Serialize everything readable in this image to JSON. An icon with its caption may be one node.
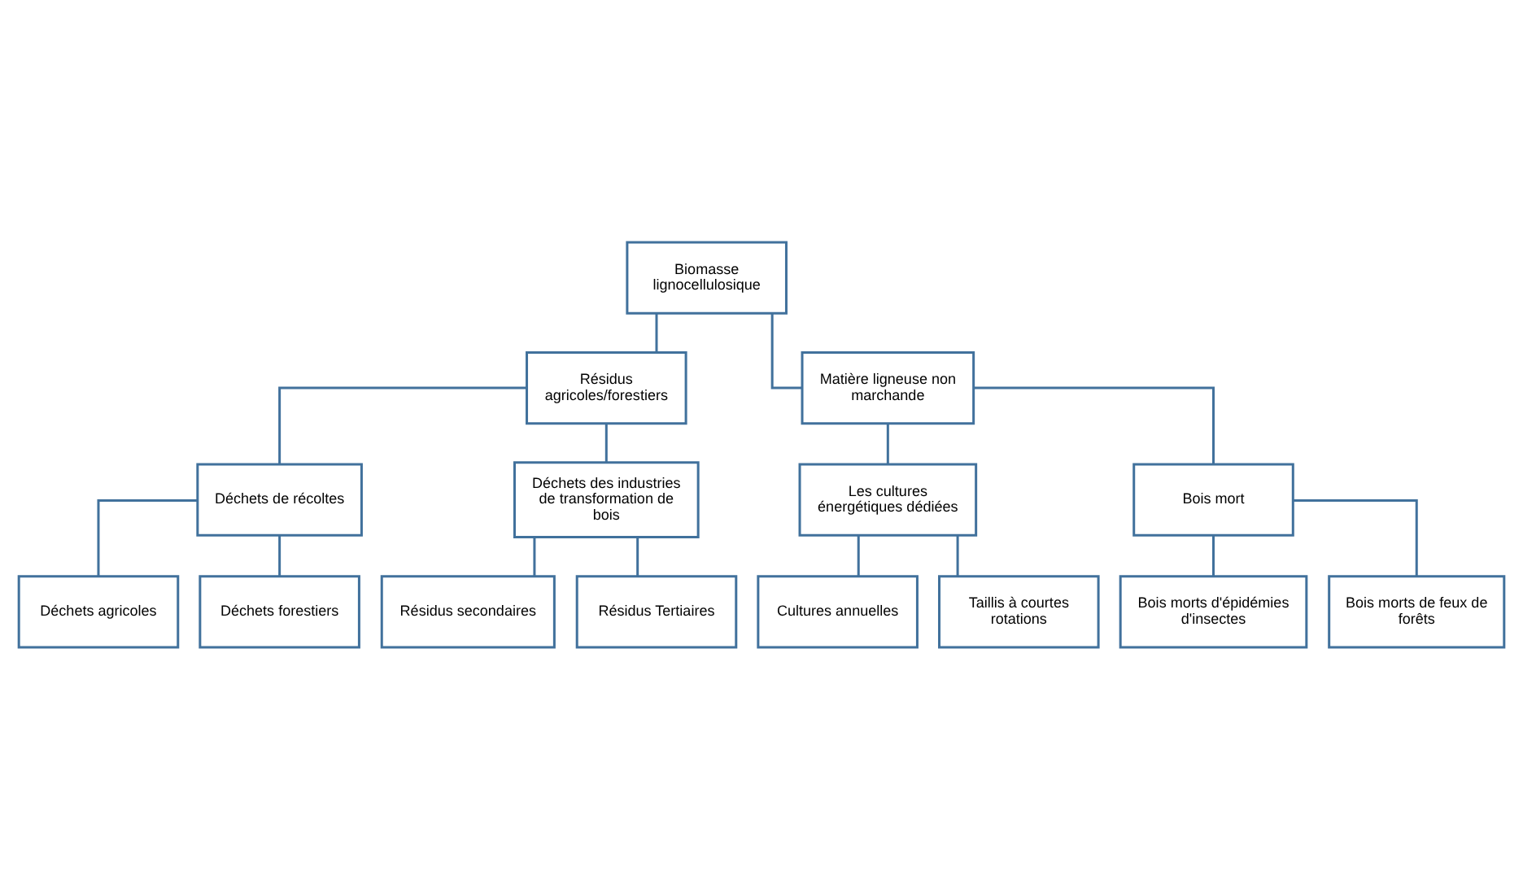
{
  "diagram": {
    "nodes": [
      {
        "text": [
          "Biomasse lignocellulosique"
        ]
      },
      {
        "text": [
          "Résidus agricoles/forestiers"
        ]
      },
      {
        "text": [
          "Matière ligneuse non marchande"
        ]
      },
      {
        "text": [
          "Déchets de récoltes"
        ]
      },
      {
        "text": [
          "Déchets des industries de transformation de bois"
        ]
      },
      {
        "text": [
          "Les cultures énergétiques dédiées"
        ]
      },
      {
        "text": [
          "Bois mort"
        ]
      },
      {
        "text": [
          "Déchets agricoles"
        ]
      },
      {
        "text": [
          "Déchets forestiers"
        ]
      },
      {
        "text": [
          "Résidus secondaires"
        ]
      },
      {
        "text": [
          "Résidus Tertiaires"
        ]
      },
      {
        "text": [
          "Cultures annuelles"
        ]
      },
      {
        "text": [
          "Taillis à courtes rotations"
        ]
      },
      {
        "text": [
          "Bois morts d'épidémies d'insectes"
        ]
      },
      {
        "text": [
          "Bois morts de feux de forêts"
        ]
      }
    ],
    "edges": [
      {
        "from": 0,
        "to": 1,
        "arrow": "none"
      },
      {
        "from": 0,
        "to": 2,
        "arrow": "none"
      },
      {
        "from": 1,
        "to": 3,
        "arrow": "none"
      },
      {
        "from": 1,
        "to": 4,
        "arrow": "none"
      },
      {
        "from": 2,
        "to": 5,
        "arrow": "none"
      },
      {
        "from": 2,
        "to": 6,
        "arrow": "none"
      },
      {
        "from": 3,
        "to": 7,
        "arrow": "none"
      },
      {
        "from": 3,
        "to": 8,
        "arrow": "none"
      },
      {
        "from": 4,
        "to": 9,
        "arrow": "none"
      },
      {
        "from": 4,
        "to": 10,
        "arrow": "none"
      },
      {
        "from": 5,
        "to": 11,
        "arrow": "none"
      },
      {
        "from": 5,
        "to": 12,
        "arrow": "none"
      },
      {
        "from": 6,
        "to": 13,
        "arrow": "none"
      },
      {
        "from": 6,
        "to": 14,
        "arrow": "none"
      }
    ]
  }
}
